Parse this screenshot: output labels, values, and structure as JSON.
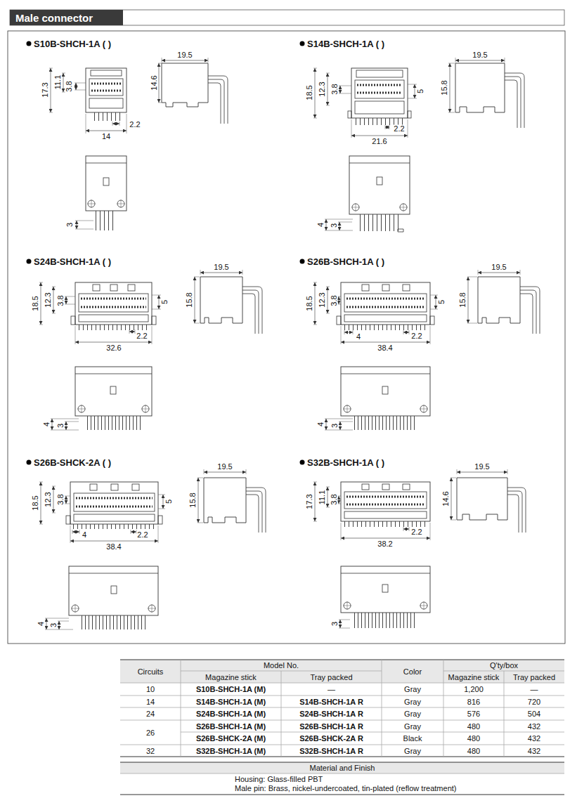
{
  "diagram": {
    "title": "Male connector",
    "labels": [
      "S10B-SHCH-1A ( )",
      "17.3",
      "11.1",
      "3.8",
      "14",
      "2.2",
      "19.5",
      "14.6",
      "3",
      "S14B-SHCH-1A ( )",
      "18.5",
      "12.3",
      "3.8",
      "5",
      "2.2",
      "21.6",
      "19.5",
      "15.8",
      "4",
      "3",
      "S24B-SHCH-1A ( )",
      "18.5",
      "12.3",
      "3.8",
      "5",
      "2.2",
      "32.6",
      "19.5",
      "15.8",
      "4",
      "3",
      "S26B-SHCH-1A ( )",
      "18.5",
      "12.3",
      "3.8",
      "5",
      "4",
      "2.2",
      "38.4",
      "19.5",
      "15.8",
      "4",
      "3",
      "S26B-SHCK-2A ( )",
      "18.5",
      "12.3",
      "3.8",
      "5",
      "4",
      "2.2",
      "38.4",
      "19.5",
      "15.8",
      "4",
      "3",
      "S32B-SHCH-1A ( )",
      "17.3",
      "11.1",
      "3.8",
      "2.2",
      "38.2",
      "19.5",
      "14.6",
      "3",
      "Circuits",
      "Model No.",
      "Color",
      "Q'ty/box",
      "Magazine stick",
      "Tray packed",
      "Magazine stick",
      "Tray packed",
      "10",
      "S10B-SHCH-1A (M)",
      "—",
      "Gray",
      "1,200",
      "—",
      "14",
      "S14B-SHCH-1A (M)",
      "S14B-SHCH-1A R",
      "Gray",
      "816",
      "720",
      "24",
      "S24B-SHCH-1A (M)",
      "S24B-SHCH-1A R",
      "Gray",
      "576",
      "504",
      "26",
      "S26B-SHCH-1A (M)",
      "S26B-SHCH-1A R",
      "Gray",
      "480",
      "432",
      "S26B-SHCK-2A (M)",
      "S26B-SHCK-2A R",
      "Black",
      "480",
      "432",
      "32",
      "S32B-SHCH-1A (M)",
      "S32B-SHCH-1A R",
      "Gray",
      "480",
      "432",
      "Material and Finish",
      "Housing: Glass-filled PBT",
      "Male pin: Brass, nickel-undercoated, tin-plated (reflow treatment)"
    ]
  }
}
